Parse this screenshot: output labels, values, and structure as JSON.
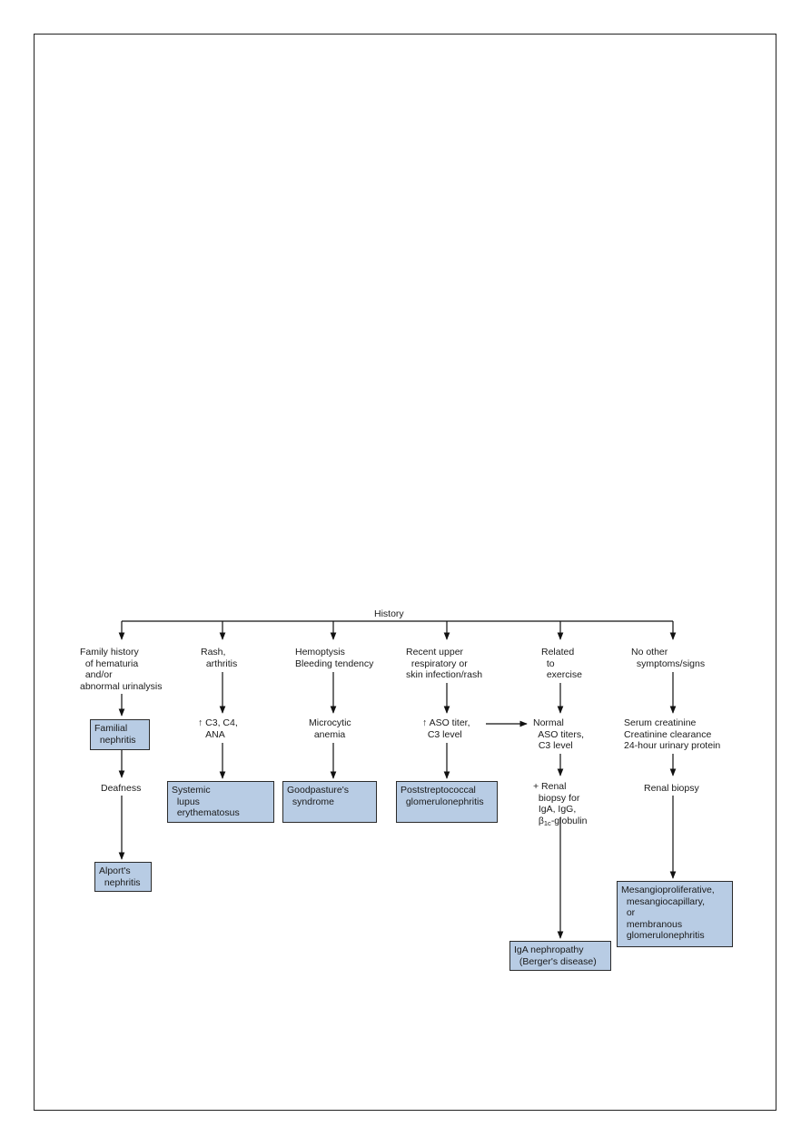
{
  "diagram": {
    "root": "History",
    "col1": {
      "trigger": "Family history\n  of hematuria\n  and/or\nabnormal urinalysis",
      "box1": "Familial\n  nephritis",
      "mid": "Deafness",
      "box2": "Alport's\n  nephritis"
    },
    "col2": {
      "trigger": "Rash,\n  arthritis",
      "test": "↑ C3, C4,\n   ANA",
      "box": "Systemic\n  lupus\n  erythematosus"
    },
    "col3": {
      "trigger": "Hemoptysis\nBleeding tendency",
      "test": "Microcytic\n  anemia",
      "box": "Goodpasture's\n  syndrome"
    },
    "col4": {
      "trigger": "Recent upper\n  respiratory or\nskin infection/rash",
      "test": "↑ ASO titer,\n  C3 level",
      "box": "Poststreptococcal\n  glomerulonephritis"
    },
    "col5": {
      "trigger": "Related\n  to\n  exercise",
      "test": "Normal\n  ASO titers,\n  C3 level",
      "biopsy_a": "+ Renal\n  biopsy for\n  IgA, IgG,",
      "biopsy_beta": "β",
      "biopsy_sub": "1c",
      "biopsy_rest": "-globulin",
      "box": "IgA nephropathy\n  (Berger's disease)"
    },
    "col6": {
      "trigger": "No other\n  symptoms/signs",
      "test": "Serum creatinine\nCreatinine clearance\n24-hour urinary protein",
      "mid": "Renal biopsy",
      "box": "Mesangioproliferative,\n  mesangiocapillary,\n  or\n  membranous\n  glomerulonephritis"
    }
  }
}
